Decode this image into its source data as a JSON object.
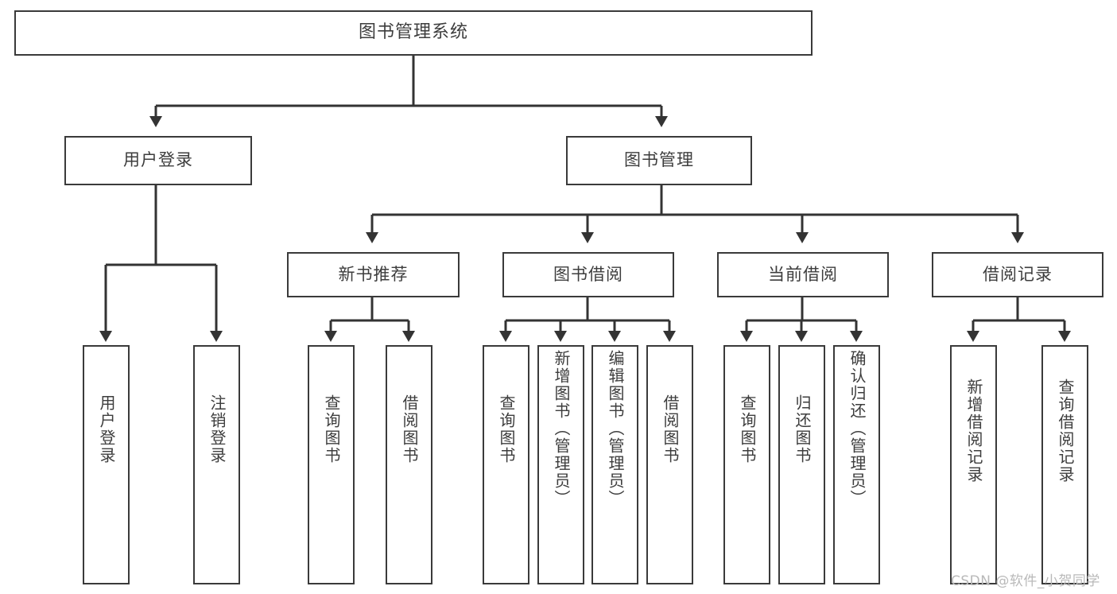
{
  "diagram": {
    "title": "图书管理系统",
    "type": "tree-hierarchy-diagram",
    "colors": {
      "box_border": "#3a3a3a",
      "box_fill": "#ffffff",
      "edge": "#333333",
      "text": "#3d3d3d",
      "watermark": "#b9b9b9",
      "background": "#ffffff"
    },
    "root": {
      "label": "图书管理系统"
    },
    "level2": [
      {
        "label": "用户登录"
      },
      {
        "label": "图书管理"
      }
    ],
    "level3": [
      {
        "label": "新书推荐"
      },
      {
        "label": "图书借阅"
      },
      {
        "label": "当前借阅"
      },
      {
        "label": "借阅记录"
      }
    ],
    "leaves": {
      "user_login": [
        {
          "label": "用户登录"
        },
        {
          "label": "注销登录"
        }
      ],
      "new_book": [
        {
          "label": "查询图书"
        },
        {
          "label": "借阅图书"
        }
      ],
      "book_borrow": [
        {
          "label": "查询图书"
        },
        {
          "label": "新增图书（管理员）"
        },
        {
          "label": "编辑图书（管理员）"
        },
        {
          "label": "借阅图书"
        }
      ],
      "current_borrow": [
        {
          "label": "查询图书"
        },
        {
          "label": "归还图书"
        },
        {
          "label": "确认归还（管理员）"
        }
      ],
      "borrow_record": [
        {
          "label": "新增借阅记录"
        },
        {
          "label": "查询借阅记录"
        }
      ]
    },
    "watermark": "CSDN @软件_小贺同学"
  }
}
